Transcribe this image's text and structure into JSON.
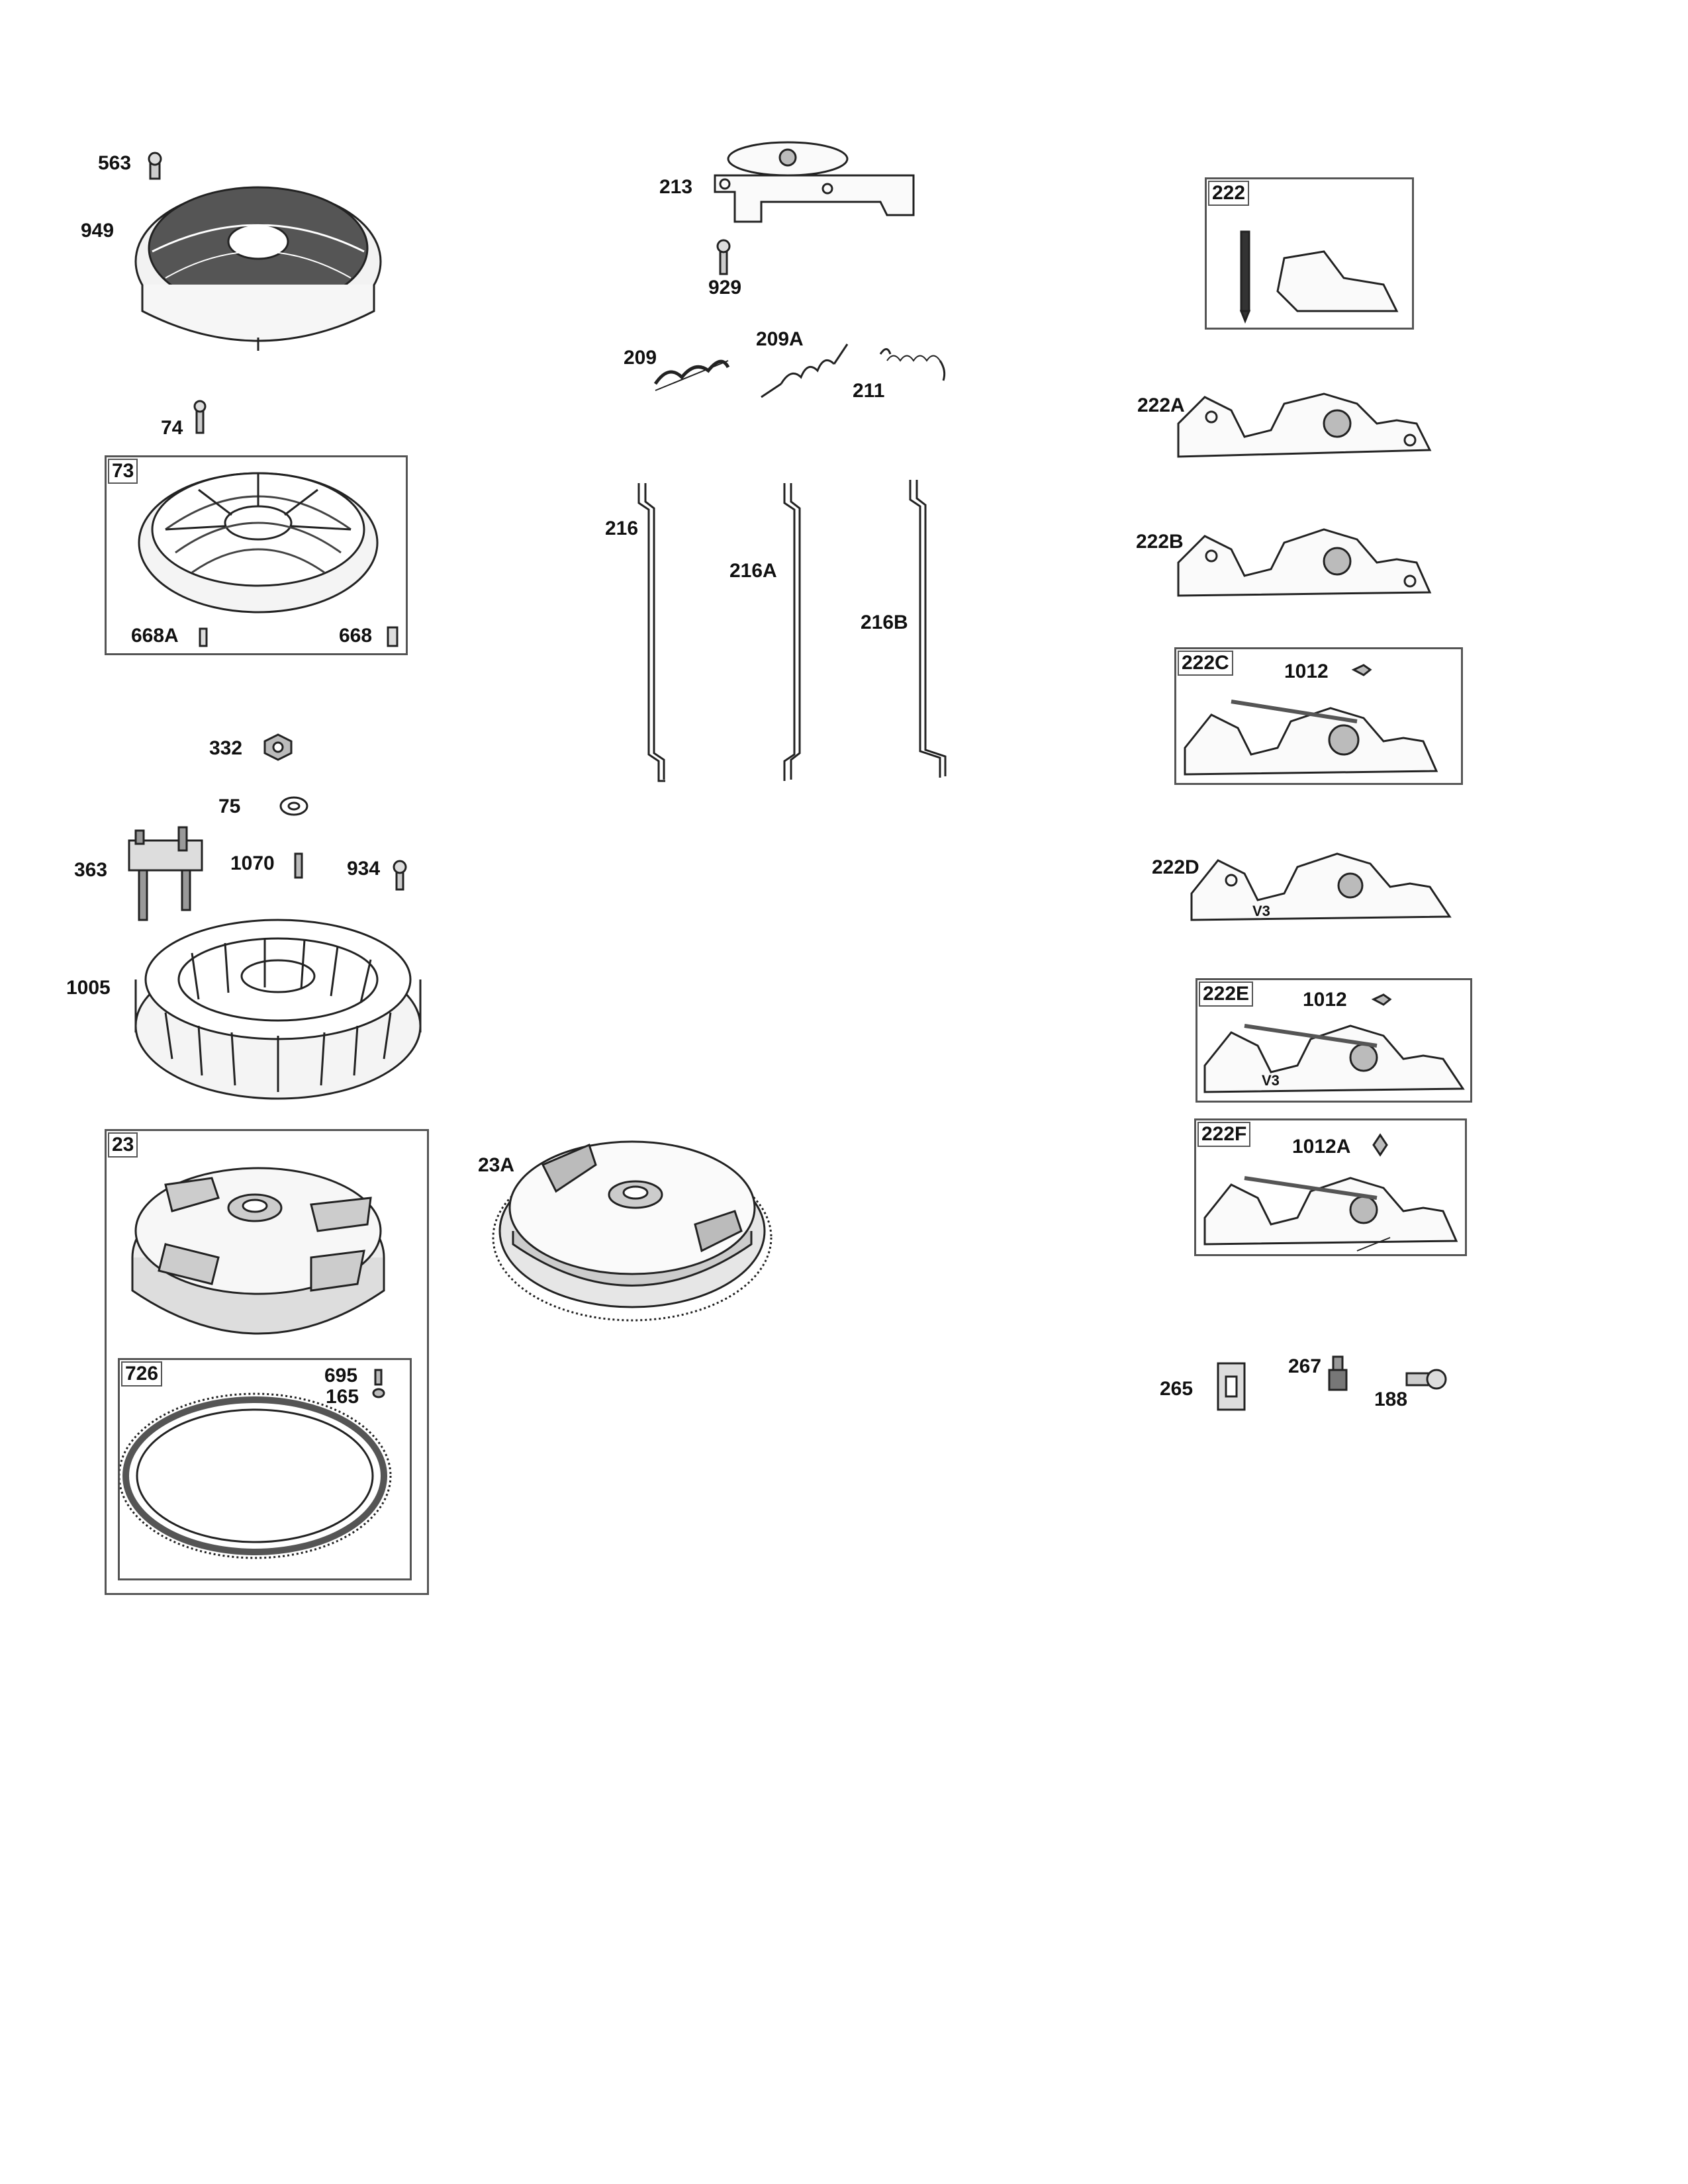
{
  "parts": {
    "p563": "563",
    "p949": "949",
    "p74": "74",
    "p73": "73",
    "p668A": "668A",
    "p668": "668",
    "p332": "332",
    "p75": "75",
    "p363": "363",
    "p1070": "1070",
    "p934": "934",
    "p1005": "1005",
    "p23": "23",
    "p23A": "23A",
    "p726": "726",
    "p695": "695",
    "p165": "165",
    "p213": "213",
    "p929": "929",
    "p209": "209",
    "p209A": "209A",
    "p211": "211",
    "p216": "216",
    "p216A": "216A",
    "p216B": "216B",
    "p222": "222",
    "p222A": "222A",
    "p222B": "222B",
    "p222C": "222C",
    "p1012": "1012",
    "p222D": "222D",
    "p222E": "222E",
    "p1012b": "1012",
    "p222F": "222F",
    "p1012A": "1012A",
    "p265": "265",
    "p267": "267",
    "p188": "188",
    "v3a": "V3",
    "v3b": "V3"
  }
}
